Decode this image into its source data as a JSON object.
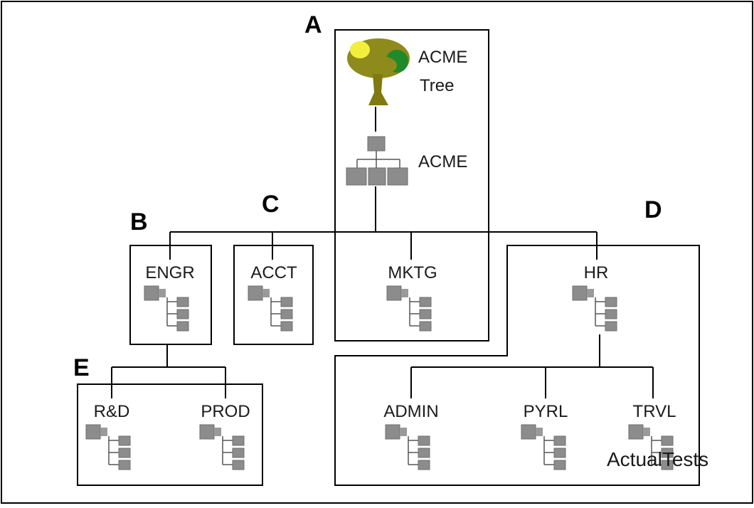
{
  "tree": {
    "label_line1": "ACME",
    "label_line2": "Tree"
  },
  "root": {
    "label": "ACME"
  },
  "zones": {
    "a": "A",
    "b": "B",
    "c": "C",
    "d": "D",
    "e": "E"
  },
  "ous": {
    "engr": "ENGR",
    "acct": "ACCT",
    "mktg": "MKTG",
    "hr": "HR",
    "rnd": "R&D",
    "prod": "PROD",
    "admin": "ADMIN",
    "pyrl": "PYRL",
    "trvl": "TRVL"
  },
  "watermark": "ActualTests",
  "colors": {
    "icon": "#8c8c8c",
    "icon_dark": "#6e6e6e",
    "canopy": "#8f8a1c",
    "leaf_yellow": "#f2ee3c",
    "leaf_green": "#1f8a2a",
    "trunk": "#807a10"
  }
}
